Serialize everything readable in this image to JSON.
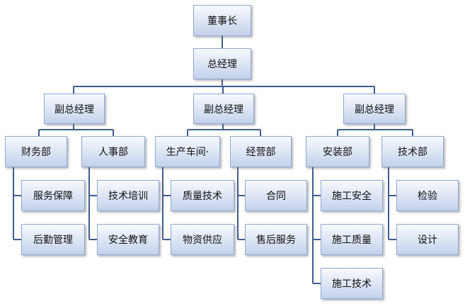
{
  "org_chart": {
    "chairman": "董事长",
    "general_manager": "总经理",
    "vice_managers": [
      "副总经理",
      "副总经理",
      "副总经理"
    ],
    "departments": [
      {
        "name": "财务部",
        "items": [
          "服务保障",
          "后勤管理"
        ]
      },
      {
        "name": "人事部",
        "items": [
          "技术培训",
          "安全教育"
        ]
      },
      {
        "name": "生产车间·",
        "items": [
          "质量技术",
          "物资供应"
        ]
      },
      {
        "name": "经营部",
        "items": [
          "合同",
          "售后服务"
        ]
      },
      {
        "name": "安装部",
        "items": [
          "施工安全",
          "施工质量",
          "施工技术"
        ]
      },
      {
        "name": "技术部",
        "items": [
          "检验",
          "设计"
        ]
      }
    ]
  },
  "colors": {
    "line": "#3f5c8f",
    "box_border": "#8fa9d6",
    "box_top": "#f7f9fd",
    "box_bottom": "#c3d1ea"
  }
}
